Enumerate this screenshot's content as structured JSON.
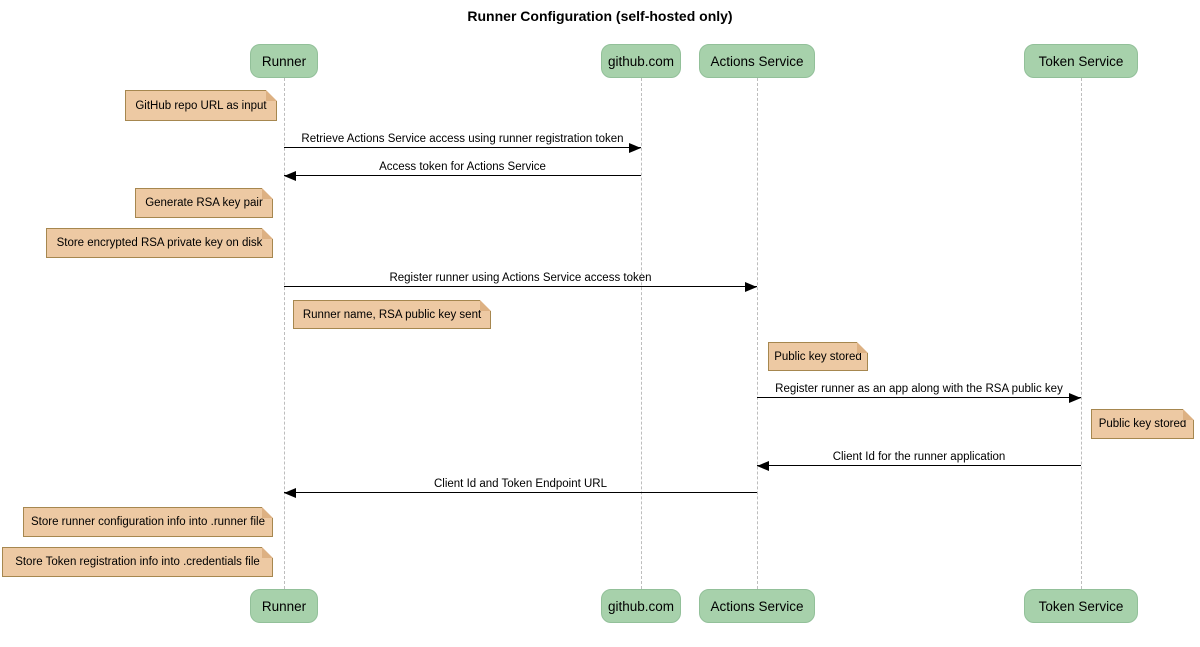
{
  "title": "Runner Configuration (self-hosted only)",
  "colors": {
    "participant_fill": "#A7D1AB",
    "participant_border": "#92C099",
    "note_fill": "#EDC9A3",
    "note_border": "#A6874F",
    "note_fold": "#DDB183",
    "lifeline": "#BDBDBD",
    "arrow": "#000000",
    "text": "#000000",
    "bg": "#FFFFFF"
  },
  "participants": [
    {
      "label": "Runner"
    },
    {
      "label": "github.com"
    },
    {
      "label": "Actions Service"
    },
    {
      "label": "Token Service"
    }
  ],
  "messages": [
    {
      "from": "Runner",
      "to": "github.com",
      "text": "Retrieve Actions Service access using runner registration token"
    },
    {
      "from": "github.com",
      "to": "Runner",
      "text": "Access token for Actions Service"
    },
    {
      "from": "Runner",
      "to": "Actions Service",
      "text": "Register runner using Actions Service access token"
    },
    {
      "from": "Actions Service",
      "to": "Token Service",
      "text": "Register runner as an app along with the RSA public key"
    },
    {
      "from": "Token Service",
      "to": "Actions Service",
      "text": "Client Id for the runner application"
    },
    {
      "from": "Actions Service",
      "to": "Runner",
      "text": "Client Id and Token Endpoint URL"
    }
  ],
  "notes": [
    {
      "anchor": "Runner",
      "side": "left",
      "text": "GitHub repo URL as input"
    },
    {
      "anchor": "Runner",
      "side": "left",
      "text": "Generate RSA key pair"
    },
    {
      "anchor": "Runner",
      "side": "left",
      "text": "Store encrypted RSA private key on disk"
    },
    {
      "anchor": "Runner",
      "side": "right",
      "text": "Runner name, RSA public key sent"
    },
    {
      "anchor": "Actions Service",
      "side": "right",
      "text": "Public key stored"
    },
    {
      "anchor": "Token Service",
      "side": "right",
      "text": "Public key stored"
    },
    {
      "anchor": "Runner",
      "side": "left",
      "text": "Store runner configuration info into .runner file"
    },
    {
      "anchor": "Runner",
      "side": "left",
      "text": "Store Token registration info into .credentials file"
    }
  ]
}
